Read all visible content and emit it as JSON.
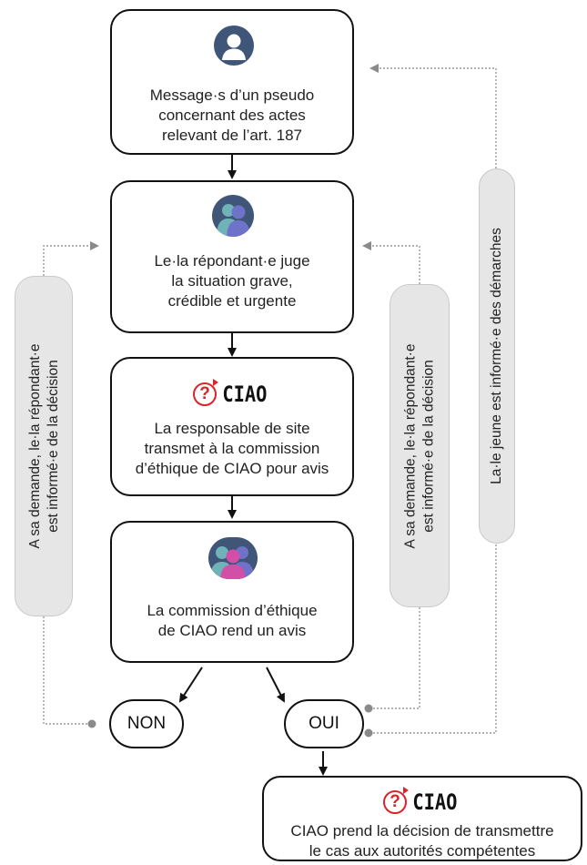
{
  "boxes": {
    "message": "Message·s d’un pseudo concernant des actes relevant de l’art. 187",
    "message_lines": [
      "Message·s d’un pseudo",
      "concernant des actes",
      "relevant de l’art. 187"
    ],
    "repondant_lines": [
      "Le·la répondant·e juge",
      "la situation grave,",
      "crédible et urgente"
    ],
    "responsable_lines": [
      "La responsable de site",
      "transmet à la commission",
      "d’éthique de CIAO pour avis"
    ],
    "commission_lines": [
      "La commission d’éthique",
      "de CIAO rend un avis"
    ],
    "final_lines": [
      "CIAO prend la décision de transmettre",
      "le cas aux autorités compétentes"
    ]
  },
  "logo": {
    "mark": "?",
    "word": "CIAO",
    "accent_color": "#d9252a"
  },
  "decisions": {
    "non": "NON",
    "oui": "OUI"
  },
  "side_notes": {
    "left": [
      "A sa demande, le·la répondant·e",
      "est informé·e de la décision"
    ],
    "middle": [
      "A sa demande, le·la répondant·e",
      "est informé·e de la décision"
    ],
    "right": "La·le jeune est informé·e des démarches"
  },
  "icons": {
    "person": "person-avatar-icon",
    "respondents": "respondents-avatar-icon",
    "commission": "commission-avatar-icon"
  },
  "colors": {
    "avatar_dark": "#3f5678",
    "avatar_teal": "#6fb2b8",
    "avatar_purple": "#6e73c9",
    "avatar_pink": "#d24fa8",
    "pill_bg": "#e6e6e6",
    "dotted_line": "#999999"
  }
}
